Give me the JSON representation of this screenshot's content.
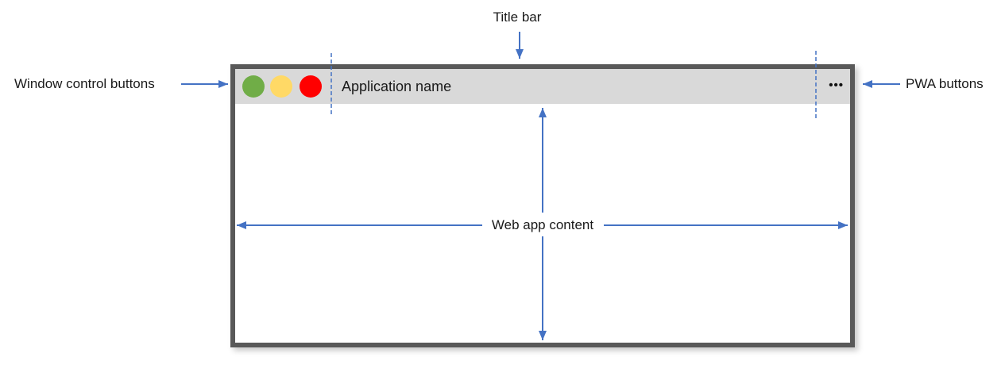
{
  "annotations": {
    "title_bar_label": "Title bar",
    "window_controls_label": "Window control buttons",
    "pwa_buttons_label": "PWA buttons",
    "web_app_content_label": "Web app content"
  },
  "app_window": {
    "title_bar": {
      "app_name": "Application name",
      "pwa_menu_icon": "•••",
      "control_buttons": [
        {
          "name": "green-button",
          "color": "#70AD47"
        },
        {
          "name": "yellow-button",
          "color": "#FFD966"
        },
        {
          "name": "red-button",
          "color": "#FF0000"
        }
      ]
    }
  },
  "colors": {
    "annotation_arrow": "#4472C4",
    "dashed_guide": "#4472C4",
    "title_bar_background": "#D9D9D9",
    "window_border": "#595959",
    "text": "#1A1A1A"
  }
}
